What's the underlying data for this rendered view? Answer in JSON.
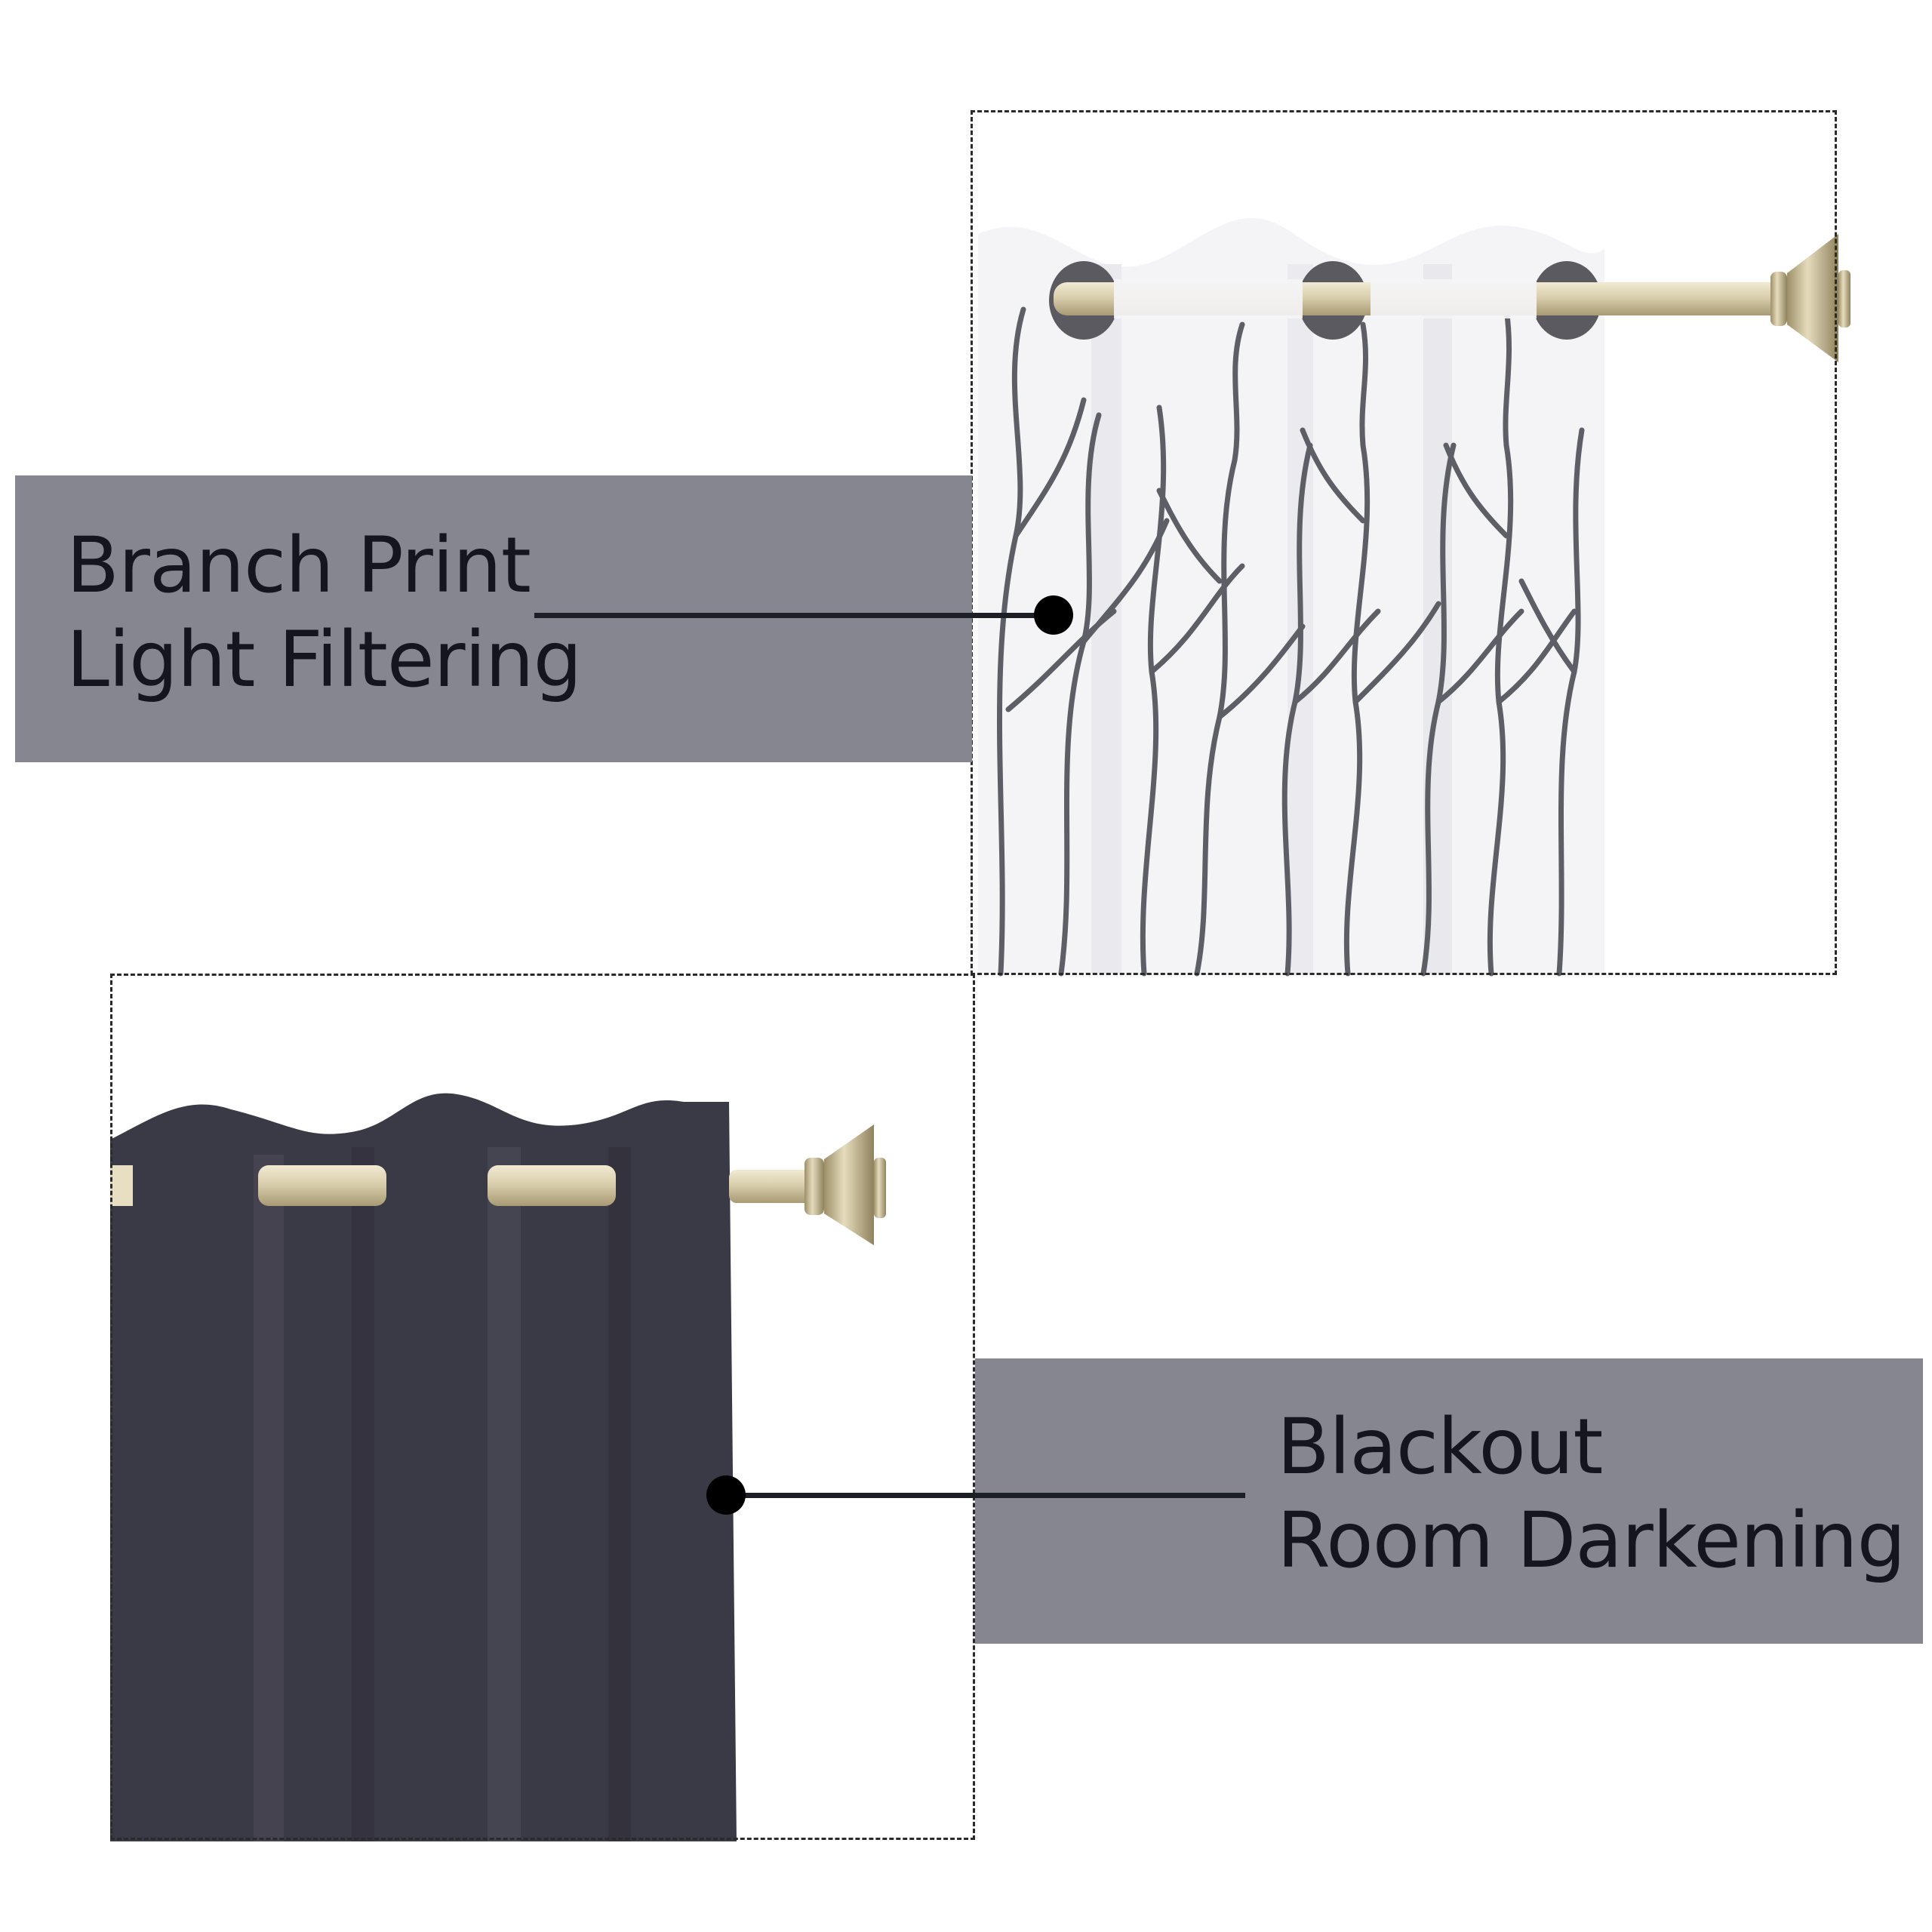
{
  "labels": {
    "top": {
      "line1": "Branch Print",
      "line2": "Light Filtering"
    },
    "bottom": {
      "line1": "Blackout",
      "line2": "Room Darkening"
    }
  },
  "colors": {
    "panel": "#868690",
    "text": "#15151f",
    "blackout_fabric": "#3a3946",
    "sheer_fabric": "#f4f4f6",
    "branch": "#5e5f66",
    "rod": "#d9cfae"
  }
}
